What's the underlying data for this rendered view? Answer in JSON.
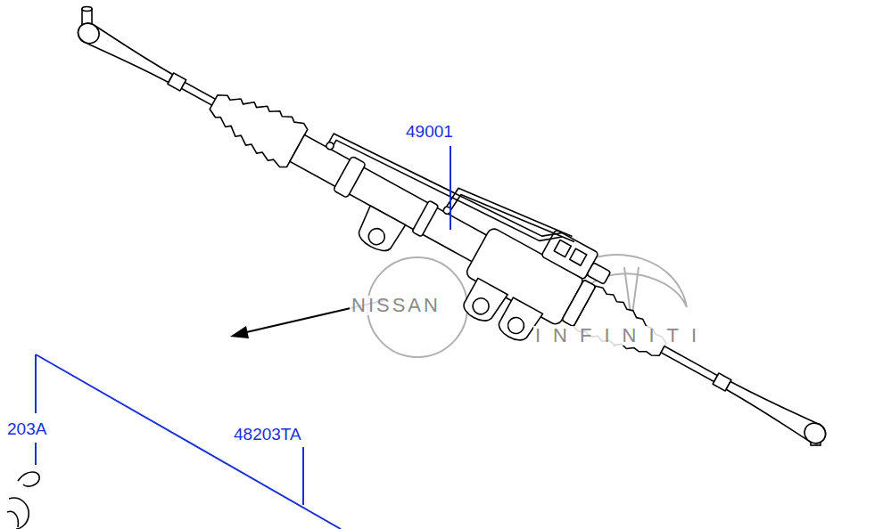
{
  "diagram": {
    "labels": [
      "49001",
      "203A",
      "48203TA",
      "NISSAN",
      "INFINITI"
    ]
  }
}
